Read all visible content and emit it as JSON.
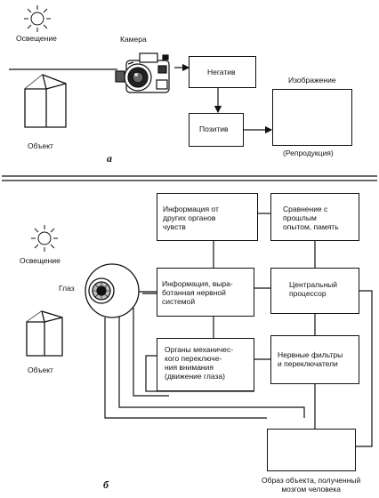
{
  "panel_a": {
    "illumination": "Освещение",
    "camera": "Камера",
    "negative": "Негатив",
    "positive": "Позитив",
    "image": "Изображение",
    "reproduction": "(Репродукция)",
    "object": "Объект",
    "letter": "а"
  },
  "panel_b": {
    "illumination": "Освещение",
    "eye": "Глаз",
    "object": "Объект",
    "info_other_senses": "Информация от\nдругих органов\nчувств",
    "comparison_memory": "Сравнение с\nпрошлым\nопытом, память",
    "info_nervous": "Информация, выра-\nботанная нервной\nсистемой",
    "central_processor": "Центральный\nпроцессор",
    "mech_switch": "Органы механичес-\nкого переключе-\nния внимания\n(движение глаза)",
    "nerve_filters": "Нервные фильтры\nи переключатели",
    "brain_image": "Образ объекта, полученный\nмозгом человека",
    "letter": "б"
  }
}
